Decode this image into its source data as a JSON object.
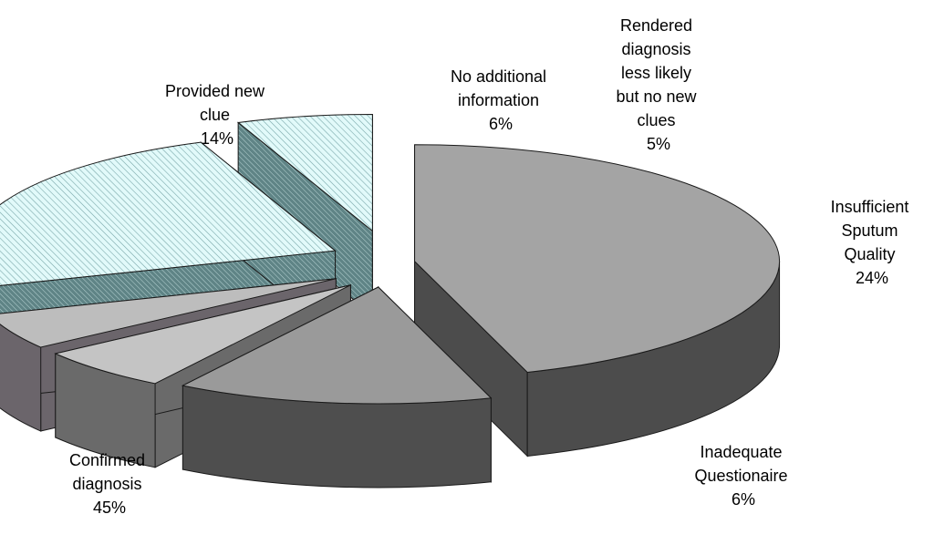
{
  "chart_data": {
    "type": "pie",
    "style": "3d-exploded",
    "title": "",
    "slices": [
      {
        "lines": [
          "Confirmed",
          "diagnosis"
        ],
        "pct_label": "45%",
        "value": 45,
        "color": "#a4a4a4",
        "pattern": "none"
      },
      {
        "lines": [
          "Provided new",
          "clue"
        ],
        "pct_label": "14%",
        "value": 14,
        "color": "#9a9a9a",
        "pattern": "none"
      },
      {
        "lines": [
          "No additional",
          "information"
        ],
        "pct_label": "6%",
        "value": 6,
        "color": "#c4c4c4",
        "pattern": "none"
      },
      {
        "lines": [
          "Rendered",
          "diagnosis",
          "less likely",
          "but no new",
          "clues"
        ],
        "pct_label": "5%",
        "value": 5,
        "color": "#bdbdbd",
        "pattern": "none"
      },
      {
        "lines": [
          "Insufficient",
          "Sputum",
          "Quality"
        ],
        "pct_label": "24%",
        "value": 24,
        "color": "#d6f4f4",
        "pattern": "hatch"
      },
      {
        "lines": [
          "Inadequate",
          "Questionaire"
        ],
        "pct_label": "6%",
        "value": 6,
        "color": "#dff8fa",
        "pattern": "hatch"
      }
    ]
  }
}
